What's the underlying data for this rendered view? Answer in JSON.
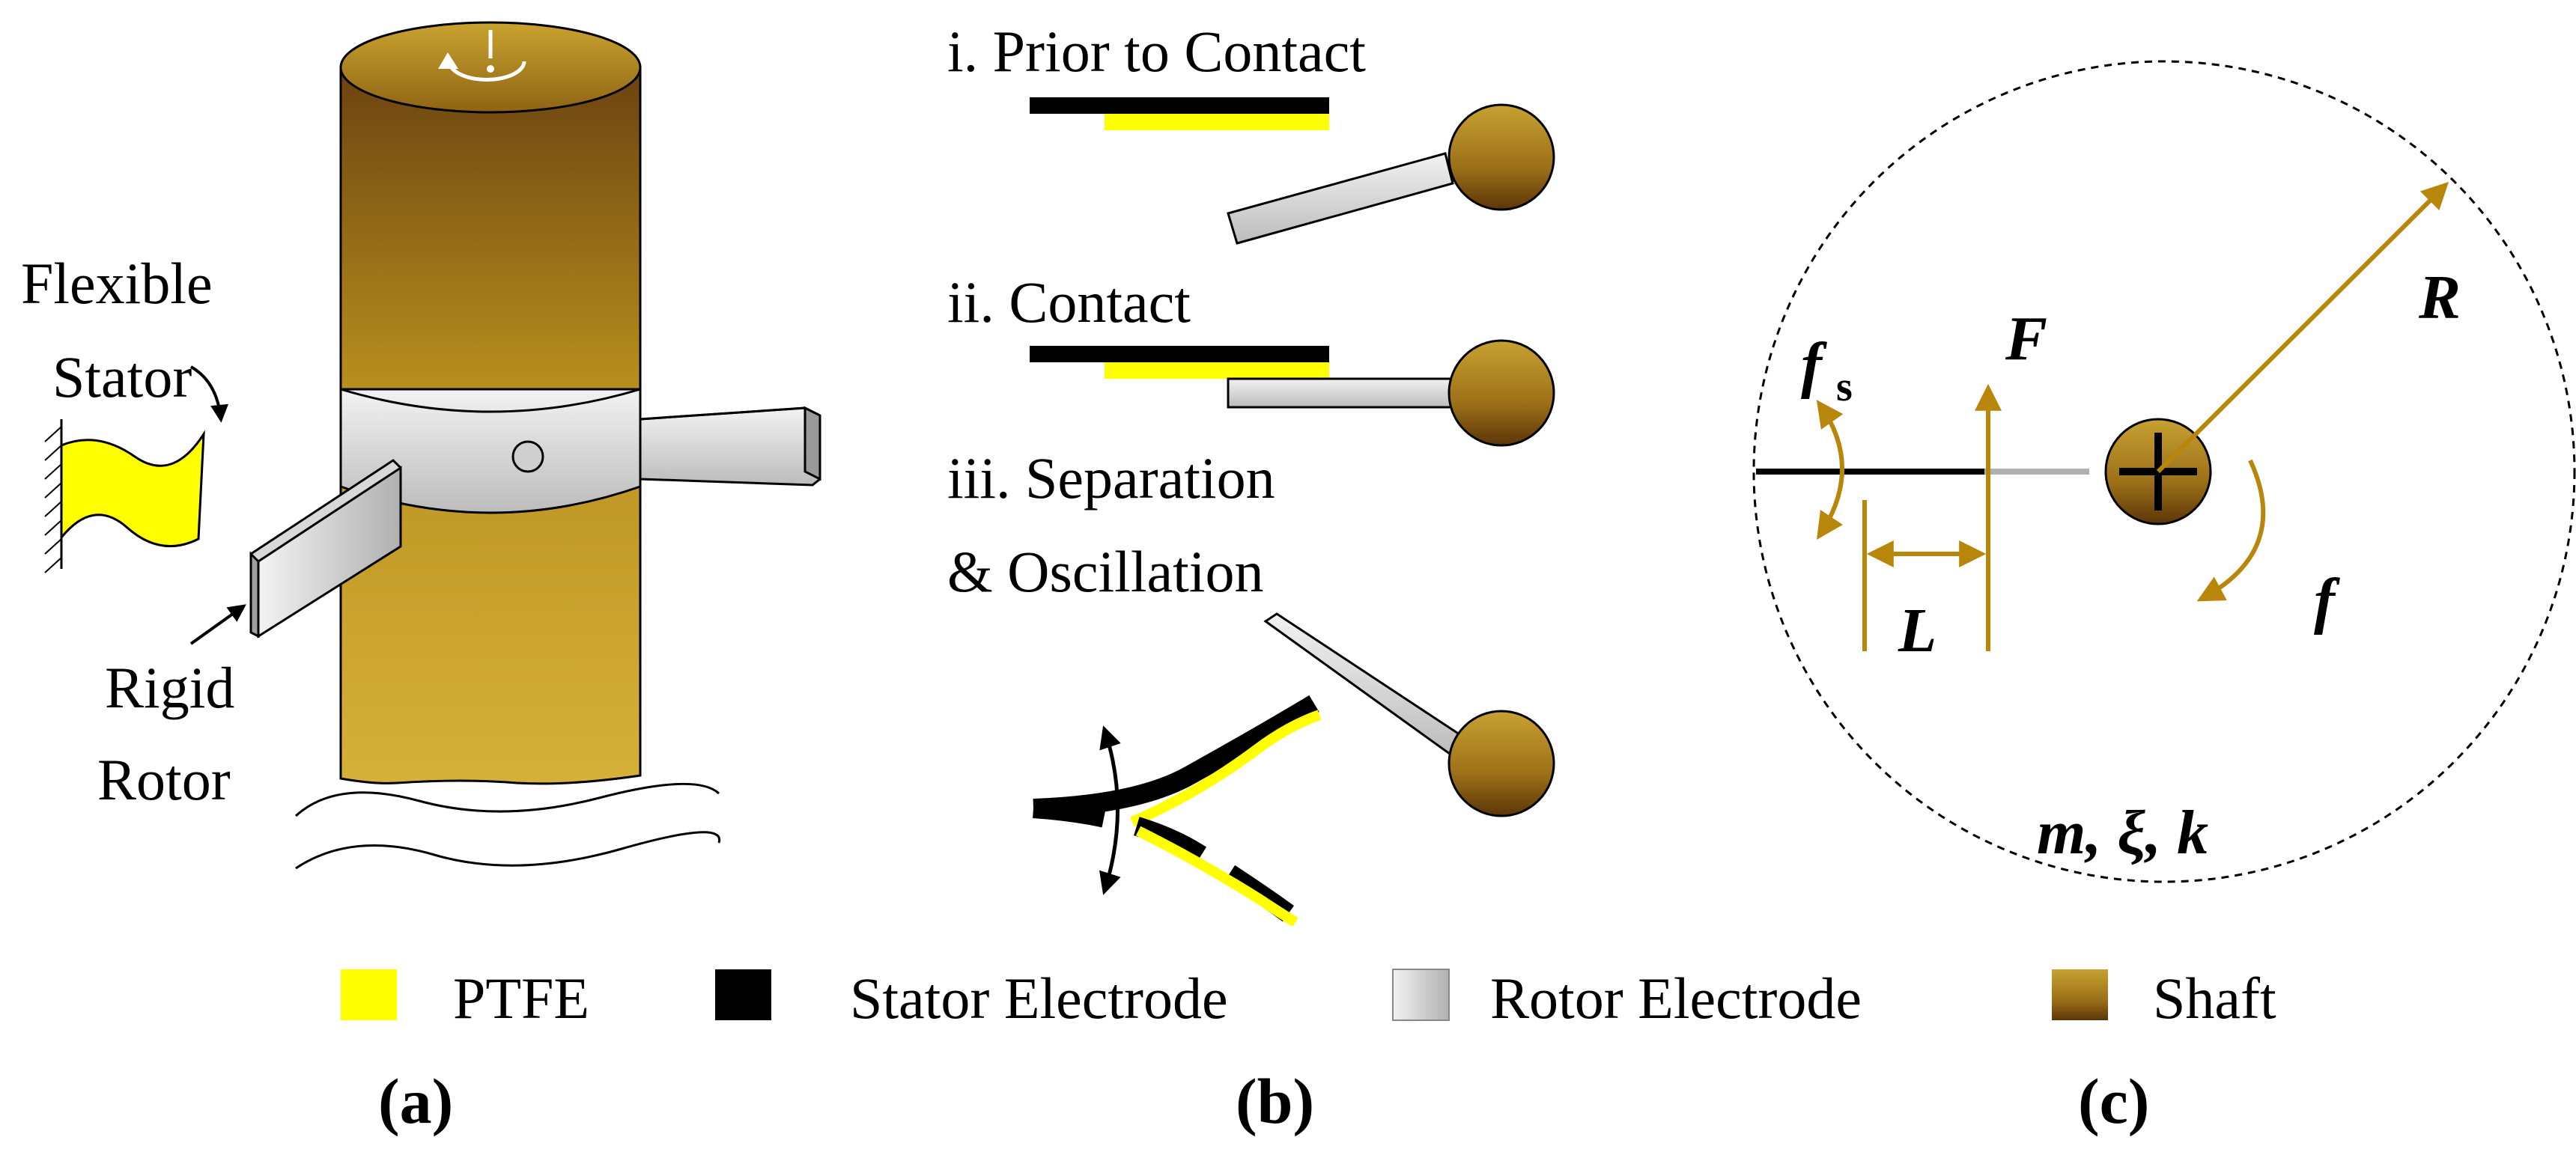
{
  "panel_a": {
    "label_flexible": "Flexible",
    "label_stator": "Stator",
    "label_rigid": "Rigid",
    "label_rotor": "Rotor",
    "caption": "(a)"
  },
  "panel_b": {
    "step1": "i. Prior to Contact",
    "step2": "ii. Contact",
    "step3_line1": "iii. Separation",
    "step3_line2": "& Oscillation",
    "caption": "(b)"
  },
  "panel_c": {
    "symbol_fs": "f",
    "symbol_fs_sub": "s",
    "symbol_F": "F",
    "symbol_R": "R",
    "symbol_L": "L",
    "symbol_f": "f",
    "params": "m, ξ, k",
    "caption": "(c)"
  },
  "legend": [
    {
      "label": "PTFE",
      "color": "#ffff00"
    },
    {
      "label": "Stator Electrode",
      "color": "#000000"
    },
    {
      "label": "Rotor Electrode",
      "color": "#d8d8d8"
    },
    {
      "label": "Shaft",
      "color": "#a07812"
    }
  ],
  "colors": {
    "ptfe": "#ffff00",
    "stator": "#000000",
    "rotor": "#d6d6d6",
    "shaft": "#b48c1e",
    "arrow": "#b8860b"
  }
}
